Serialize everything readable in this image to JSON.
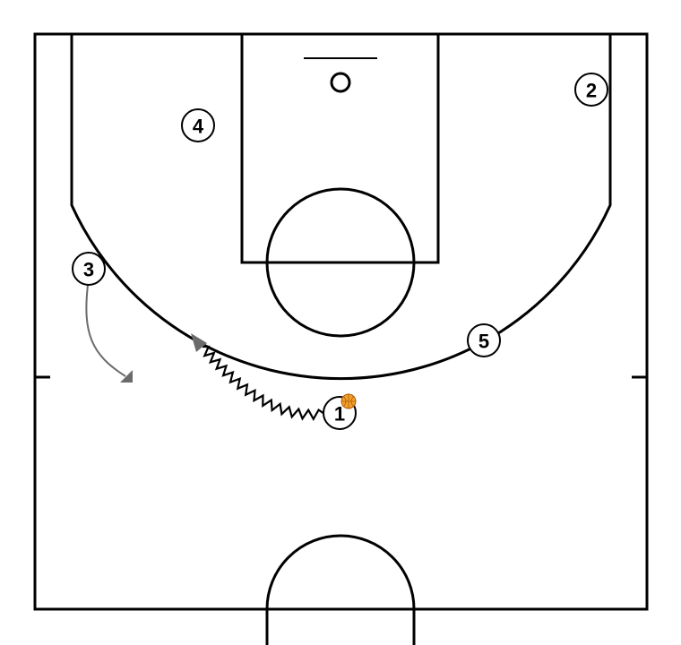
{
  "diagram": {
    "type": "basketball-half-court-play",
    "colors": {
      "court_lines": "#000000",
      "background": "#ffffff",
      "cut_arrow": "#6b6b6b",
      "dribble_line": "#000000",
      "ball": "#f0a030",
      "ball_seams": "#b05a00"
    },
    "players": [
      {
        "label": "1",
        "has_ball": true
      },
      {
        "label": "2",
        "has_ball": false
      },
      {
        "label": "3",
        "has_ball": false
      },
      {
        "label": "4",
        "has_ball": false
      },
      {
        "label": "5",
        "has_ball": false
      }
    ],
    "actions": [
      {
        "type": "dribble",
        "player": "1"
      },
      {
        "type": "cut",
        "player": "3"
      }
    ]
  }
}
